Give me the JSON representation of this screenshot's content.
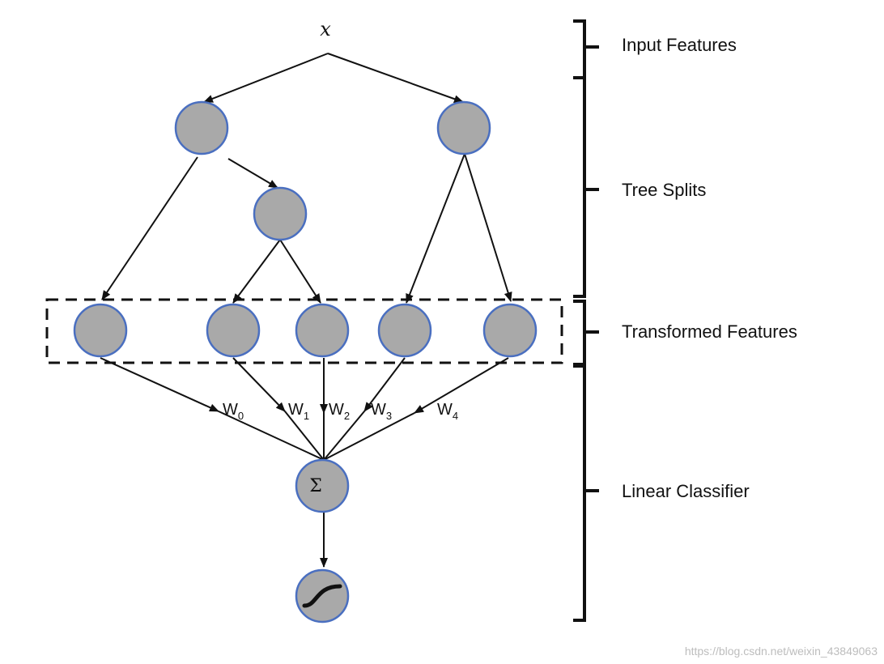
{
  "diagram": {
    "input_variable": "x",
    "sections": [
      {
        "id": "input",
        "label": "Input Features"
      },
      {
        "id": "splits",
        "label": "Tree Splits"
      },
      {
        "id": "transformed",
        "label": "Transformed Features"
      },
      {
        "id": "classifier",
        "label": "Linear Classifier"
      }
    ],
    "weights": [
      {
        "base": "W",
        "sub": "0"
      },
      {
        "base": "W",
        "sub": "1"
      },
      {
        "base": "W",
        "sub": "2"
      },
      {
        "base": "W",
        "sub": "3"
      },
      {
        "base": "W",
        "sub": "4"
      }
    ],
    "sum_symbol": "Σ",
    "colors": {
      "node_fill": "#a9a9a9",
      "node_stroke": "#4a6fc0"
    }
  },
  "watermark": "https://blog.csdn.net/weixin_43849063"
}
